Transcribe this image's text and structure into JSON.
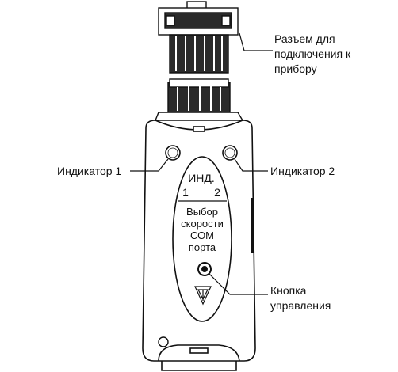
{
  "callouts": {
    "connector": "Разъем для\nподключения к\nприбору",
    "indicator1": "Индикатор 1",
    "indicator2": "Индикатор 2",
    "button": "Кнопка\nуправления"
  },
  "panel": {
    "ind_label": "ИНД.",
    "ind_1": "1",
    "ind_2": "2",
    "speed_lines": [
      "Выбор",
      "скорости",
      "СОМ",
      "порта"
    ]
  },
  "colors": {
    "line": "#111111",
    "connector_fill": "#2a2a2a",
    "body_fill": "#ffffff"
  },
  "icons": {
    "logo": "triangle-logo-icon"
  }
}
